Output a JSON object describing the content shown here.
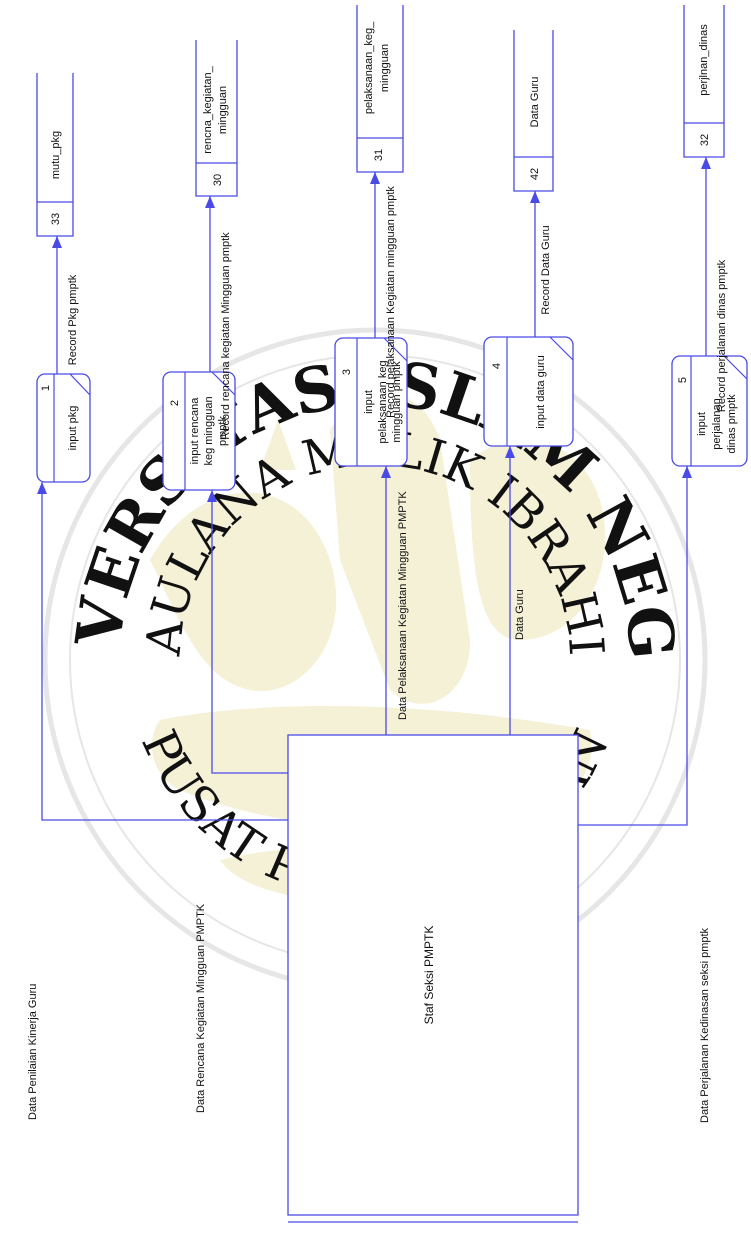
{
  "colors": {
    "line": "#4a4ae6",
    "watermark_fill": "#f4f1d6",
    "watermark_text": "#d9d9d9",
    "watermark_ring": "#e6e6e6"
  },
  "watermark": {
    "top_text": "UNIVERSITAS ISLAM NEGERI",
    "middle_text": "MAULANA MALIK IBRAHIM",
    "bottom_text": "PUSAT PERPUSTAKAAN"
  },
  "entity": {
    "label": "Staf Seksi PMPTK"
  },
  "processes": [
    {
      "number": "1",
      "name_lines": [
        "input pkg"
      ]
    },
    {
      "number": "2",
      "name_lines": [
        "input rencana",
        "keg mingguan",
        "pmptk"
      ]
    },
    {
      "number": "3",
      "name_lines": [
        "input",
        "pelaksanaan keg",
        "mingguan pmptk"
      ]
    },
    {
      "number": "4",
      "name_lines": [
        "input data guru"
      ]
    },
    {
      "number": "5",
      "name_lines": [
        "input",
        "perjalanan",
        "dinas pmptk"
      ]
    }
  ],
  "datastores": [
    {
      "id": "33",
      "name_lines": [
        "mutu_pkg"
      ]
    },
    {
      "id": "30",
      "name_lines": [
        "rencna_kegiatan_",
        "mingguan"
      ]
    },
    {
      "id": "31",
      "name_lines": [
        "pelaksanaan_keg_",
        "mingguan"
      ]
    },
    {
      "id": "42",
      "name_lines": [
        "Data Guru"
      ]
    },
    {
      "id": "32",
      "name_lines": [
        "perjlnan_dinas"
      ]
    }
  ],
  "input_flows": [
    "Data Penilaian Kinerja Guru",
    "Data Rencana Kegiatan Mingguan PMPTK",
    "Data Pelaksanaan Kegiatan Mingguan PMPTK",
    "Data Guru",
    "Data Perjalanan Kedinasan seksi pmptk"
  ],
  "output_flows": [
    "Record Pkg pmptk",
    "Record rencana kegiatan Mingguan pmptk",
    "Record pelaksanaan Kegiatan mingguan pmptk",
    "Record Data Guru",
    "Record perjalanan dinas pmptk"
  ]
}
